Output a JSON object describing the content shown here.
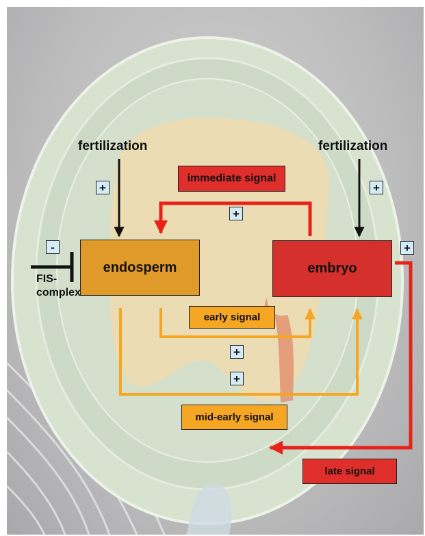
{
  "labels": {
    "fertilization_left": "fertilization",
    "fertilization_right": "fertilization",
    "fis_complex": "FIS-\ncomplex"
  },
  "boxes": {
    "endosperm": "endosperm",
    "embryo": "embryo",
    "immediate_signal": "immediate signal",
    "early_signal": "early signal",
    "mid_early_signal": "mid-early signal",
    "late_signal": "late signal"
  },
  "signs": {
    "fert_left": "+",
    "fert_right": "+",
    "immediate": "+",
    "fis": "-",
    "embryo_right": "+",
    "early": "+",
    "mid_early": "+"
  },
  "colors": {
    "endosperm": "#e09a2a",
    "embryo": "#d6302c",
    "signal_orange": "#f5a623",
    "signal_red": "#e82218",
    "sign_fill": "#d3ecf6",
    "background": "#bdbdbd",
    "seed_coat": "#d7e3cf",
    "endosperm_tissue": "#eedcae"
  }
}
